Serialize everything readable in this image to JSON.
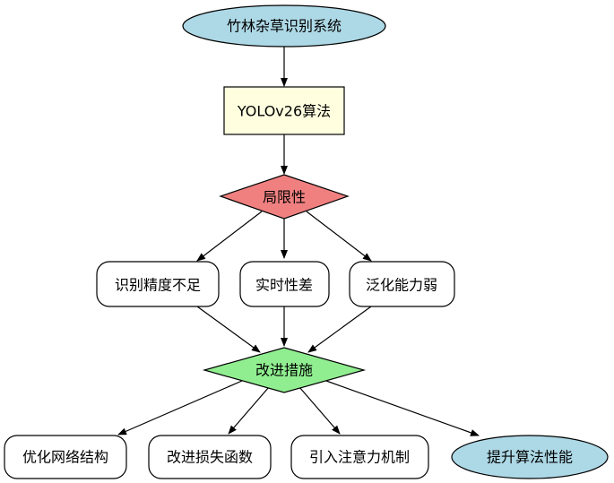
{
  "colors": {
    "ellipse_fill": "#add8e6",
    "box_fill": "#ffffe0",
    "diamond_limit_fill": "#f08080",
    "diamond_improve_fill": "#90ee90",
    "rounded_fill": "#ffffff",
    "stroke": "#000000"
  },
  "nodes": {
    "system": "竹林杂草识别系统",
    "algorithm": "YOLOv26算法",
    "limitations": "局限性",
    "accuracy": "识别精度不足",
    "realtime": "实时性差",
    "generalization": "泛化能力弱",
    "measures": "改进措施",
    "optimize_network": "优化网络结构",
    "improve_loss": "改进损失函数",
    "attention": "引入注意力机制",
    "performance": "提升算法性能"
  }
}
